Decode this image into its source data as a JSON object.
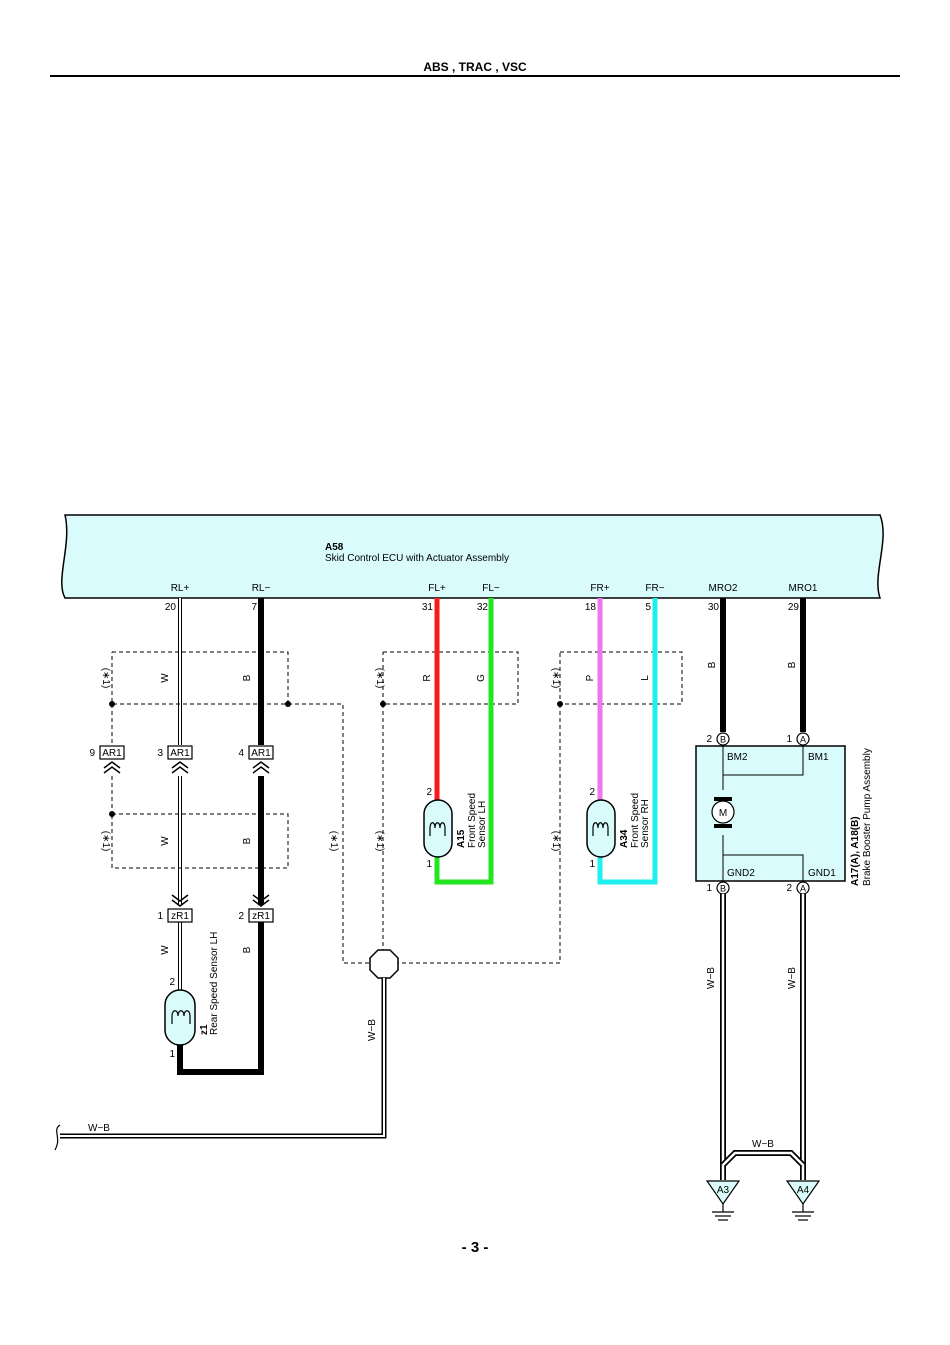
{
  "header": {
    "title": "ABS , TRAC , VSC"
  },
  "page_number": "- 3 -",
  "ecu": {
    "id": "A58",
    "name": "Skid Control ECU with Actuator Assembly"
  },
  "ecu_terminals": [
    {
      "name": "RL+",
      "pin": "20"
    },
    {
      "name": "RL−",
      "pin": "7"
    },
    {
      "name": "FL+",
      "pin": "31"
    },
    {
      "name": "FL−",
      "pin": "32"
    },
    {
      "name": "FR+",
      "pin": "18"
    },
    {
      "name": "FR−",
      "pin": "5"
    },
    {
      "name": "MRO2",
      "pin": "30"
    },
    {
      "name": "MRO1",
      "pin": "29"
    }
  ],
  "wire_colors": {
    "rl_plus": "W",
    "rl_minus": "B",
    "fl_plus": "R",
    "fl_minus": "G",
    "fr_plus": "P",
    "fr_minus": "L",
    "mro2": "B",
    "mro1": "B",
    "ground": "W−B"
  },
  "note_mark": "(∗1)",
  "connectors": {
    "ar1": {
      "name": "AR1",
      "pins": [
        "9",
        "3",
        "4"
      ]
    },
    "zr1": {
      "name": "zR1",
      "pins": [
        "1",
        "2"
      ]
    }
  },
  "sensors": {
    "rear_lh": {
      "id": "z1",
      "name": "Rear Speed Sensor LH",
      "pins": [
        "2",
        "1"
      ]
    },
    "front_lh": {
      "id": "A15",
      "line1": "Front Speed",
      "line2": "Sensor LH",
      "pins": [
        "2",
        "1"
      ]
    },
    "front_rh": {
      "id": "A34",
      "line1": "Front Speed",
      "line2": "Sensor RH",
      "pins": [
        "2",
        "1"
      ]
    }
  },
  "pump": {
    "id": "A17(A), A18(B)",
    "name": "Brake Booster Pump Assembly",
    "motor": "M",
    "terminals": {
      "bm2": "BM2",
      "bm1": "BM1",
      "gnd2": "GND2",
      "gnd1": "GND1"
    },
    "top_pins": [
      {
        "num": "2",
        "conn": "B"
      },
      {
        "num": "1",
        "conn": "A"
      }
    ],
    "bottom_pins": [
      {
        "num": "1",
        "conn": "B"
      },
      {
        "num": "2",
        "conn": "A"
      }
    ]
  },
  "grounds": [
    "A3",
    "A4"
  ],
  "colors": {
    "ecu_fill": "#d9fbfb",
    "red": "#ff1a1a",
    "green": "#22e622",
    "pink": "#ee77ee",
    "cyan": "#1ef0f0",
    "black": "#000000",
    "white_wire": "#ffffff",
    "component_fill": "#d9fbfb"
  }
}
